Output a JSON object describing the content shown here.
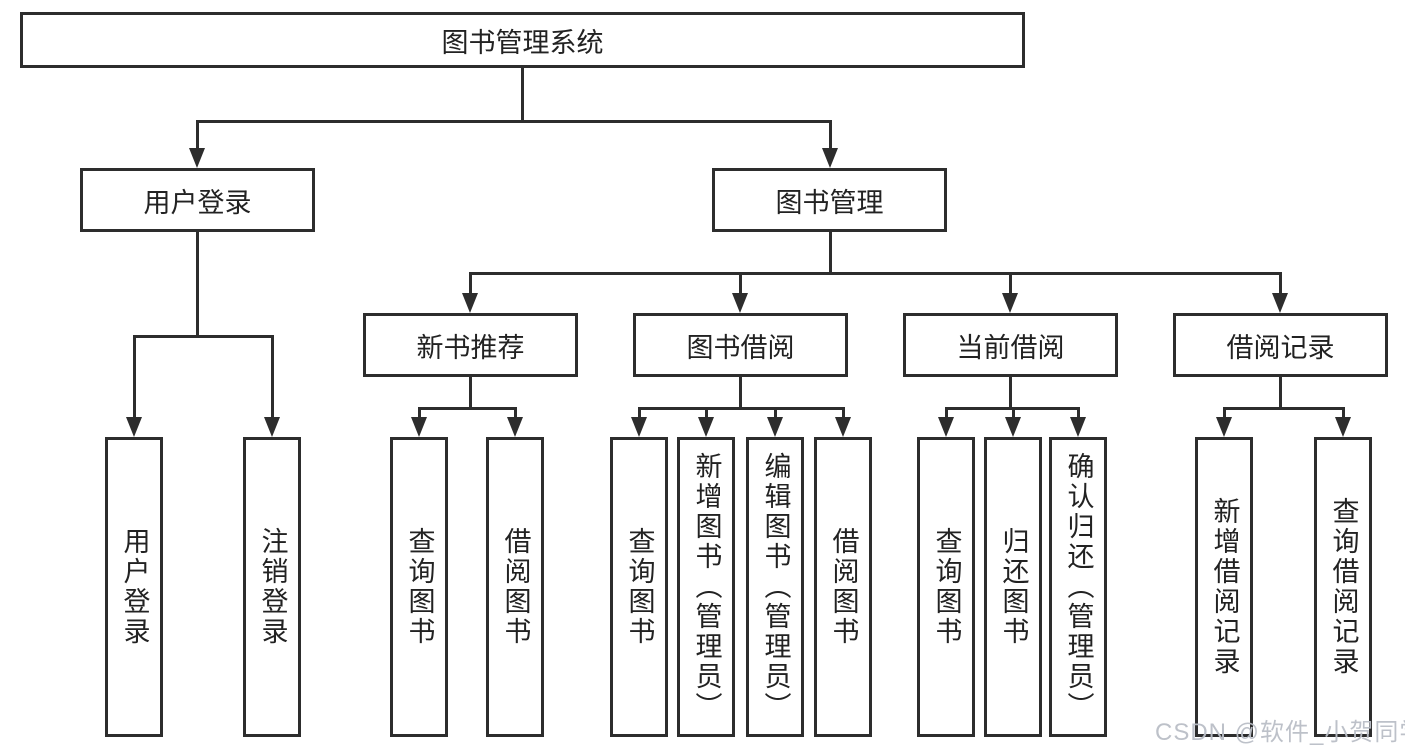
{
  "tree": {
    "root": {
      "label": "图书管理系统"
    },
    "branches": [
      {
        "label": "用户登录",
        "children": [
          {
            "label": "用户登录"
          },
          {
            "label": "注销登录"
          }
        ]
      },
      {
        "label": "图书管理",
        "children": [
          {
            "label": "新书推荐",
            "children": [
              {
                "label": "查询图书"
              },
              {
                "label": "借阅图书"
              }
            ]
          },
          {
            "label": "图书借阅",
            "children": [
              {
                "label": "查询图书"
              },
              {
                "label": "新增图书（管理员）"
              },
              {
                "label": "编辑图书（管理员）"
              },
              {
                "label": "借阅图书"
              }
            ]
          },
          {
            "label": "当前借阅",
            "children": [
              {
                "label": "查询图书"
              },
              {
                "label": "归还图书"
              },
              {
                "label": "确认归还（管理员）"
              }
            ]
          },
          {
            "label": "借阅记录",
            "children": [
              {
                "label": "新增借阅记录"
              },
              {
                "label": "查询借阅记录"
              }
            ]
          }
        ]
      }
    ]
  },
  "watermark": {
    "text": "CSDN @软件_小贺同学",
    "color": "#b9bec6"
  },
  "colors": {
    "line": "#2d2d2d",
    "text": "#222222",
    "background": "#ffffff"
  }
}
